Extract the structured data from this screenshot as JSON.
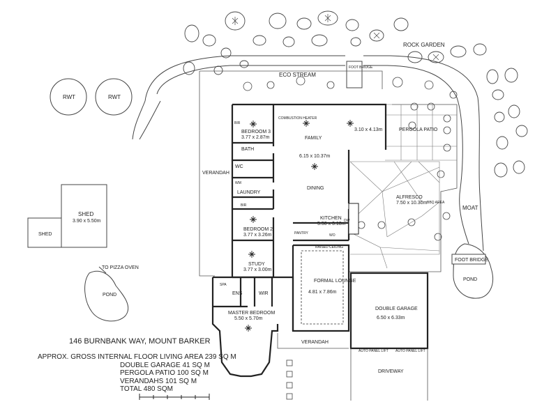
{
  "address": "146 BURNBANK WAY, MOUNT BARKER",
  "areas": {
    "living": "APPROX. GROSS INTERNAL FLOOR LIVING AREA 239 SQ M",
    "garage": "DOUBLE GARAGE  41 SQ M",
    "pergola": "PERGOLA PATIO 100 SQ M",
    "verandahs": "VERANDAHS 101 SQ M",
    "total": "TOTAL  480 SQM"
  },
  "site": {
    "rock_garden": "ROCK GARDEN",
    "eco_stream": "ECO STREAM",
    "foot_bridge_top": "FOOT BRIDGE",
    "foot_bridge_right": "FOOT BRIDGE",
    "rwt_1": "RWT",
    "rwt_2": "RWT",
    "shed_name": "SHED",
    "shed_dims": "3.90 x 5.50m",
    "shed_small": "SHED",
    "pizza_oven": "TO PIZZA OVEN",
    "pond_left": "POND",
    "pond_right": "POND",
    "moat": "MOAT",
    "driveway": "DRIVEWAY",
    "auto_lift_1": "AUTO PANEL LIFT",
    "auto_lift_2": "AUTO PANEL LIFT"
  },
  "rooms": {
    "bedroom3": {
      "name": "BEDROOM 3",
      "dims": "3.77 x 2.87m"
    },
    "bedroom2": {
      "name": "BEDROOM 2",
      "dims": "3.77 x 3.26m"
    },
    "study": {
      "name": "STUDY",
      "dims": "3.77 x 3.00m"
    },
    "master": {
      "name": "MASTER BEDROOM",
      "dims": "5.50 x 5.70m"
    },
    "family": {
      "name": "FAMILY",
      "dims": "6.15 x 10.37m"
    },
    "family_ext": {
      "dims": "3.10 x 4.13m"
    },
    "dining": {
      "name": "DINING"
    },
    "kitchen": {
      "name": "KITCHEN",
      "dims": "5.50 x 3.18m"
    },
    "formal": {
      "name": "FORMAL LOUNGE",
      "dims": "4.81 x 7.86m"
    },
    "garage": {
      "name": "DOUBLE GARAGE",
      "dims": "6.50 x 6.33m"
    },
    "alfresco": {
      "name": "ALFRESCO",
      "dims": "7.50 x 10.30m"
    },
    "pergola": {
      "name": "PERGOLA PATIO"
    },
    "verandah_left": "VERANDAH",
    "verandah_bottom": "VERANDAH",
    "bath": "BATH",
    "wc": "WC",
    "laundry": "LAUNDRY",
    "ens": "ENS",
    "wir": "WIR",
    "spa": "SPA",
    "pantry": "PANTRY",
    "wo": "WO",
    "dw": "DW",
    "bir_1": "BIR",
    "bir_2": "BIR",
    "wm": "WM",
    "bbq": "BBQ AREA",
    "heater": "COMBUSTION HEATER",
    "raised": "RAISED CEILING"
  }
}
